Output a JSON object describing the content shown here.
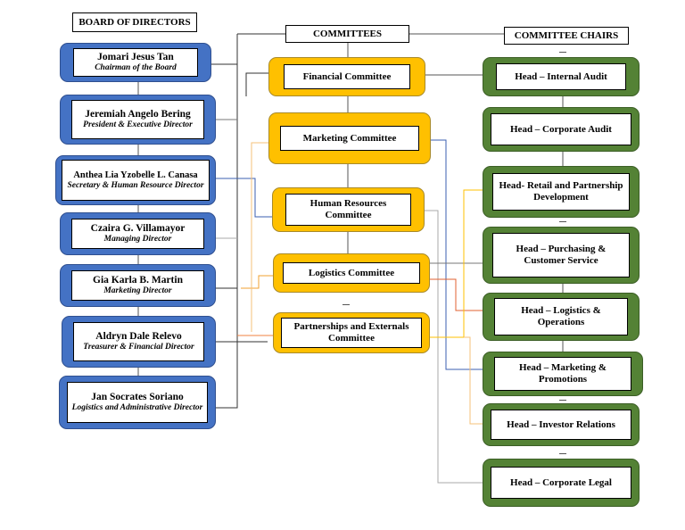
{
  "headers": {
    "board": "BOARD OF DIRECTORS",
    "committees": "COMMITTEES",
    "chairs": "COMMITTEE CHAIRS"
  },
  "board": [
    {
      "name": "Jomari Jesus Tan",
      "role": "Chairman of the Board"
    },
    {
      "name": "Jeremiah Angelo Bering",
      "role": "President & Executive Director"
    },
    {
      "name": "Anthea Lia Yzobelle L. Canasa",
      "role": "Secretary & Human Resource Director"
    },
    {
      "name": "Czaira G. Villamayor",
      "role": "Managing Director"
    },
    {
      "name": "Gia Karla B. Martin",
      "role": "Marketing Director"
    },
    {
      "name": "Aldryn Dale Relevo",
      "role": "Treasurer & Financial Director"
    },
    {
      "name": "Jan Socrates Soriano",
      "role": "Logistics and Administrative Director"
    }
  ],
  "committees": [
    "Financial Committee",
    "Marketing Committee",
    "Human Resources Committee",
    "Logistics Committee",
    "Partnerships and Externals Committee"
  ],
  "chairs": [
    "Head – Internal Audit",
    "Head – Corporate Audit",
    "Head- Retail and Partnership Development",
    "Head – Purchasing & Customer Service",
    "Head – Logistics & Operations",
    "Head – Marketing & Promotions",
    "Head – Investor Relations",
    "Head – Corporate Legal"
  ],
  "colors": {
    "board": "#4472c4",
    "committee": "#ffc000",
    "chair": "#548235"
  }
}
